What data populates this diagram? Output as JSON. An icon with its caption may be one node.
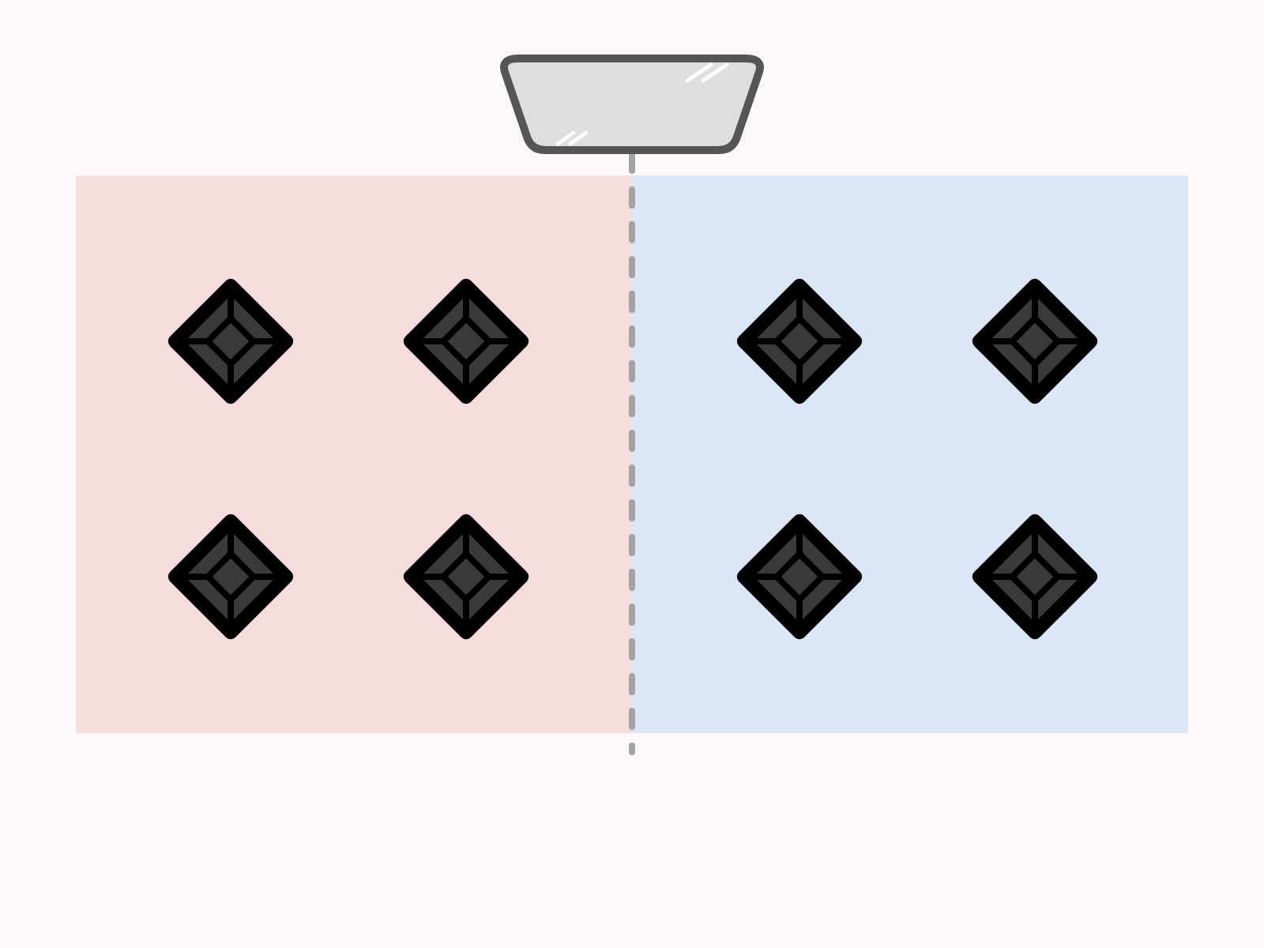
{
  "diagram": {
    "nodes": [
      {
        "text": [],
        "shape": "picture"
      },
      {
        "text": [],
        "shape": "box"
      },
      {
        "text": [],
        "shape": "diamond",
        "in": 1
      },
      {
        "text": [],
        "shape": "diamond",
        "in": 1
      },
      {
        "text": [],
        "shape": "diamond",
        "in": 1
      },
      {
        "text": [],
        "shape": "diamond",
        "in": 1
      },
      {
        "text": [],
        "shape": "box"
      },
      {
        "text": [],
        "shape": "diamond",
        "in": 6
      },
      {
        "text": [],
        "shape": "diamond",
        "in": 6
      },
      {
        "text": [],
        "shape": "diamond",
        "in": 6
      },
      {
        "text": [],
        "shape": "diamond",
        "in": 6
      }
    ]
  }
}
